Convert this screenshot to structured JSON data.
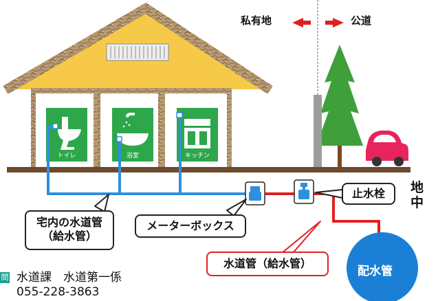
{
  "boundary": {
    "private_label": "私有地",
    "public_label": "公道"
  },
  "rooms": {
    "toilet": "トイレ",
    "bath": "浴室",
    "kitchen": "キッチン"
  },
  "labels": {
    "stop_valve": "止水栓",
    "ground": [
      "地",
      "中"
    ],
    "indoor_pipe": [
      "宅内の水道管",
      "（給水管）"
    ],
    "meter_box": "メーターボックス",
    "service_pipe": "水道管（給水管）",
    "main_pipe": "配水管"
  },
  "contact": {
    "badge": "問",
    "department": "水道課　水道第一係",
    "phone": "055-228-3863"
  },
  "colors": {
    "indoor_pipe": "#2f8fde",
    "outdoor_pipe": "#e02020",
    "main_pipe": "#1b7fd6",
    "roof": "#f6c948",
    "room": "#2ea64a",
    "car": "#e8245c",
    "tree": "#3f9f3a"
  }
}
